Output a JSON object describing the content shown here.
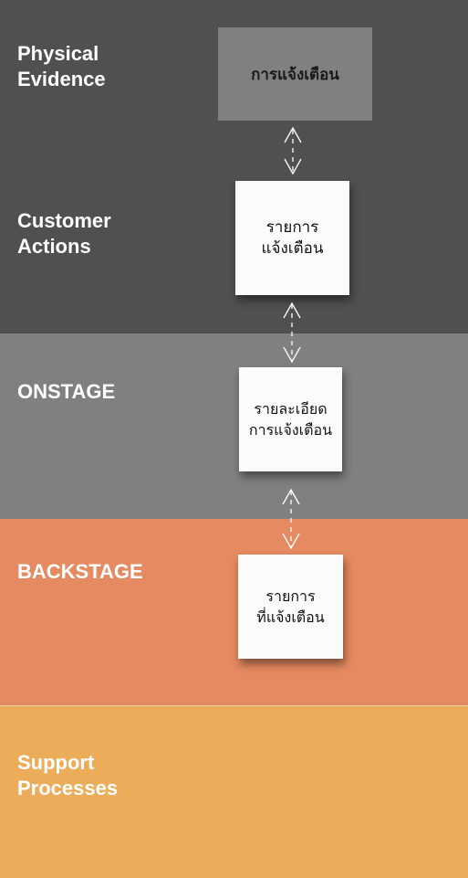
{
  "lanes": {
    "physical_evidence": {
      "title": "Physical\nEvidence",
      "color": "#505050"
    },
    "customer_actions": {
      "title": "Customer\nActions",
      "color": "#505050"
    },
    "onstage": {
      "title": "ONSTAGE",
      "color": "#808080"
    },
    "backstage": {
      "title": "BACKSTAGE",
      "color": "#e68a61"
    },
    "support_processes": {
      "title": "Support\nProcesses",
      "color": "#ecad5a"
    }
  },
  "nodes": {
    "evidence": "การแจ้งเตือน",
    "customer": "รายการ\nแจ้งเตือน",
    "onstage": "รายละเอียด\nการแจ้งเตือน",
    "backstage": "รายการ\nที่แจ้งเตือน"
  },
  "connectors": [
    {
      "from": "evidence",
      "to": "customer",
      "style": "dashed",
      "arrows": "both"
    },
    {
      "from": "customer",
      "to": "onstage",
      "style": "dashed",
      "arrows": "both"
    },
    {
      "from": "onstage",
      "to": "backstage",
      "style": "dashed",
      "arrows": "both"
    }
  ]
}
